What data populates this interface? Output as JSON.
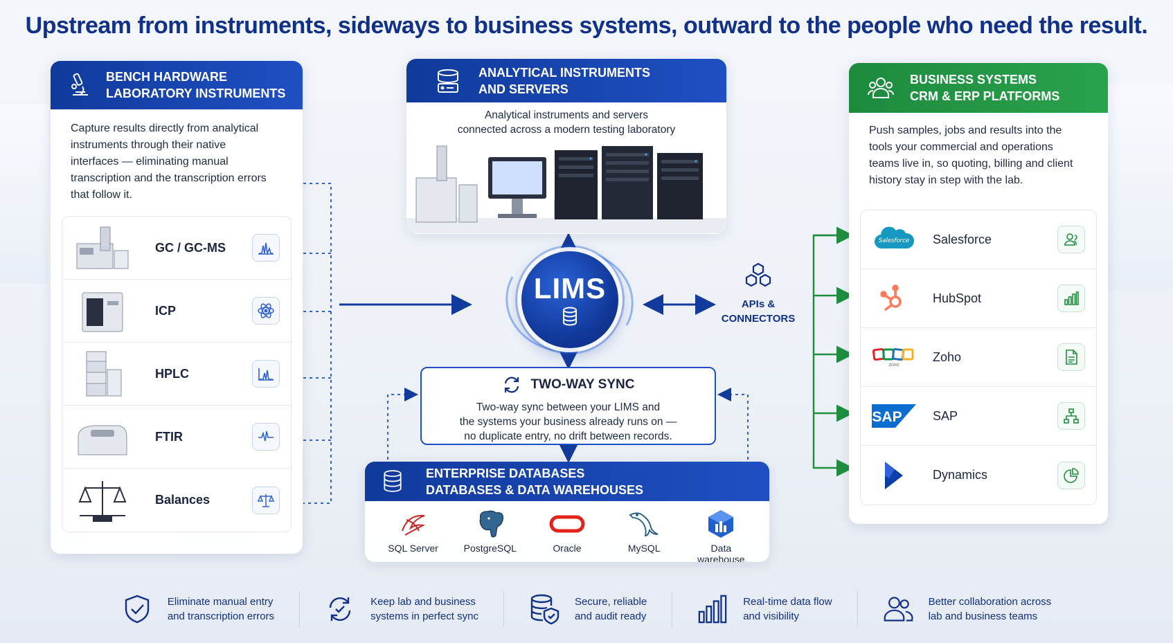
{
  "title": "Upstream from instruments, sideways to business systems, outward to the people who need the result.",
  "left_panel": {
    "title_line1": "BENCH HARDWARE",
    "title_line2": "LABORATORY INSTRUMENTS",
    "description": "Capture results directly from analytical instruments through their native interfaces — eliminating manual transcription and the transcription errors that follow it.",
    "instruments": [
      {
        "name": "GC / GC-MS",
        "icon": "chromatogram-icon"
      },
      {
        "name": "ICP",
        "icon": "atom-icon"
      },
      {
        "name": "HPLC",
        "icon": "peaks-icon"
      },
      {
        "name": "FTIR",
        "icon": "spectrum-icon"
      },
      {
        "name": "Balances",
        "icon": "scale-icon"
      }
    ]
  },
  "top_panel": {
    "title_line1": "ANALYTICAL INSTRUMENTS",
    "title_line2": "AND SERVERS",
    "caption_line1": "Analytical instruments and servers",
    "caption_line2": "connected across a modern testing laboratory"
  },
  "right_panel": {
    "title_line1": "BUSINESS SYSTEMS",
    "title_line2": "CRM & ERP PLATFORMS",
    "description": "Push samples, jobs and results into the tools your commercial and operations teams live in, so quoting, billing and client history stay in step with the lab.",
    "systems": [
      {
        "name": "Salesforce",
        "logo_text": "Salesforce",
        "icon": "user-icon",
        "color": "#1798c1"
      },
      {
        "name": "HubSpot",
        "icon": "bar-chart-icon",
        "color": "#ff7a59"
      },
      {
        "name": "Zoho",
        "icon": "document-icon",
        "logo_text": "ZOHO"
      },
      {
        "name": "SAP",
        "logo_text": "SAP",
        "icon": "hierarchy-icon",
        "color": "#0a6ed1"
      },
      {
        "name": "Dynamics",
        "icon": "pie-chart-icon",
        "color": "#0b3ea8"
      }
    ]
  },
  "lims": {
    "label": "LIMS"
  },
  "apis": {
    "line1": "APIs &",
    "line2": "CONNECTORS"
  },
  "sync": {
    "title": "TWO-WAY SYNC",
    "line1": "Two-way sync between your LIMS and",
    "line2": "the systems your business already runs on —",
    "line3": "no duplicate entry, no drift between records."
  },
  "databases": {
    "title_line1": "ENTERPRISE DATABASES",
    "title_line2": "DATABASES & DATA WAREHOUSES",
    "items": [
      {
        "label": "SQL Server"
      },
      {
        "label": "PostgreSQL"
      },
      {
        "label": "Oracle"
      },
      {
        "label": "MySQL"
      },
      {
        "label_line1": "Data",
        "label_line2": "warehouse"
      }
    ]
  },
  "footer": [
    {
      "line1": "Eliminate manual entry",
      "line2": "and transcription errors",
      "icon": "shield-check-icon"
    },
    {
      "line1": "Keep lab and business",
      "line2": "systems in perfect sync",
      "icon": "sync-icon"
    },
    {
      "line1": "Secure, reliable",
      "line2": "and audit ready",
      "icon": "database-shield-icon"
    },
    {
      "line1": "Real-time data flow",
      "line2": "and visibility",
      "icon": "bar-chart-icon"
    },
    {
      "line1": "Better collaboration across",
      "line2": "lab and business teams",
      "icon": "team-icon"
    }
  ],
  "colors": {
    "brand_blue": "#10308a",
    "header_blue": "#1f4fc2",
    "header_green": "#2aa24c",
    "connector_dots": "#2f62d8",
    "connector_green": "#1f8f3f"
  }
}
